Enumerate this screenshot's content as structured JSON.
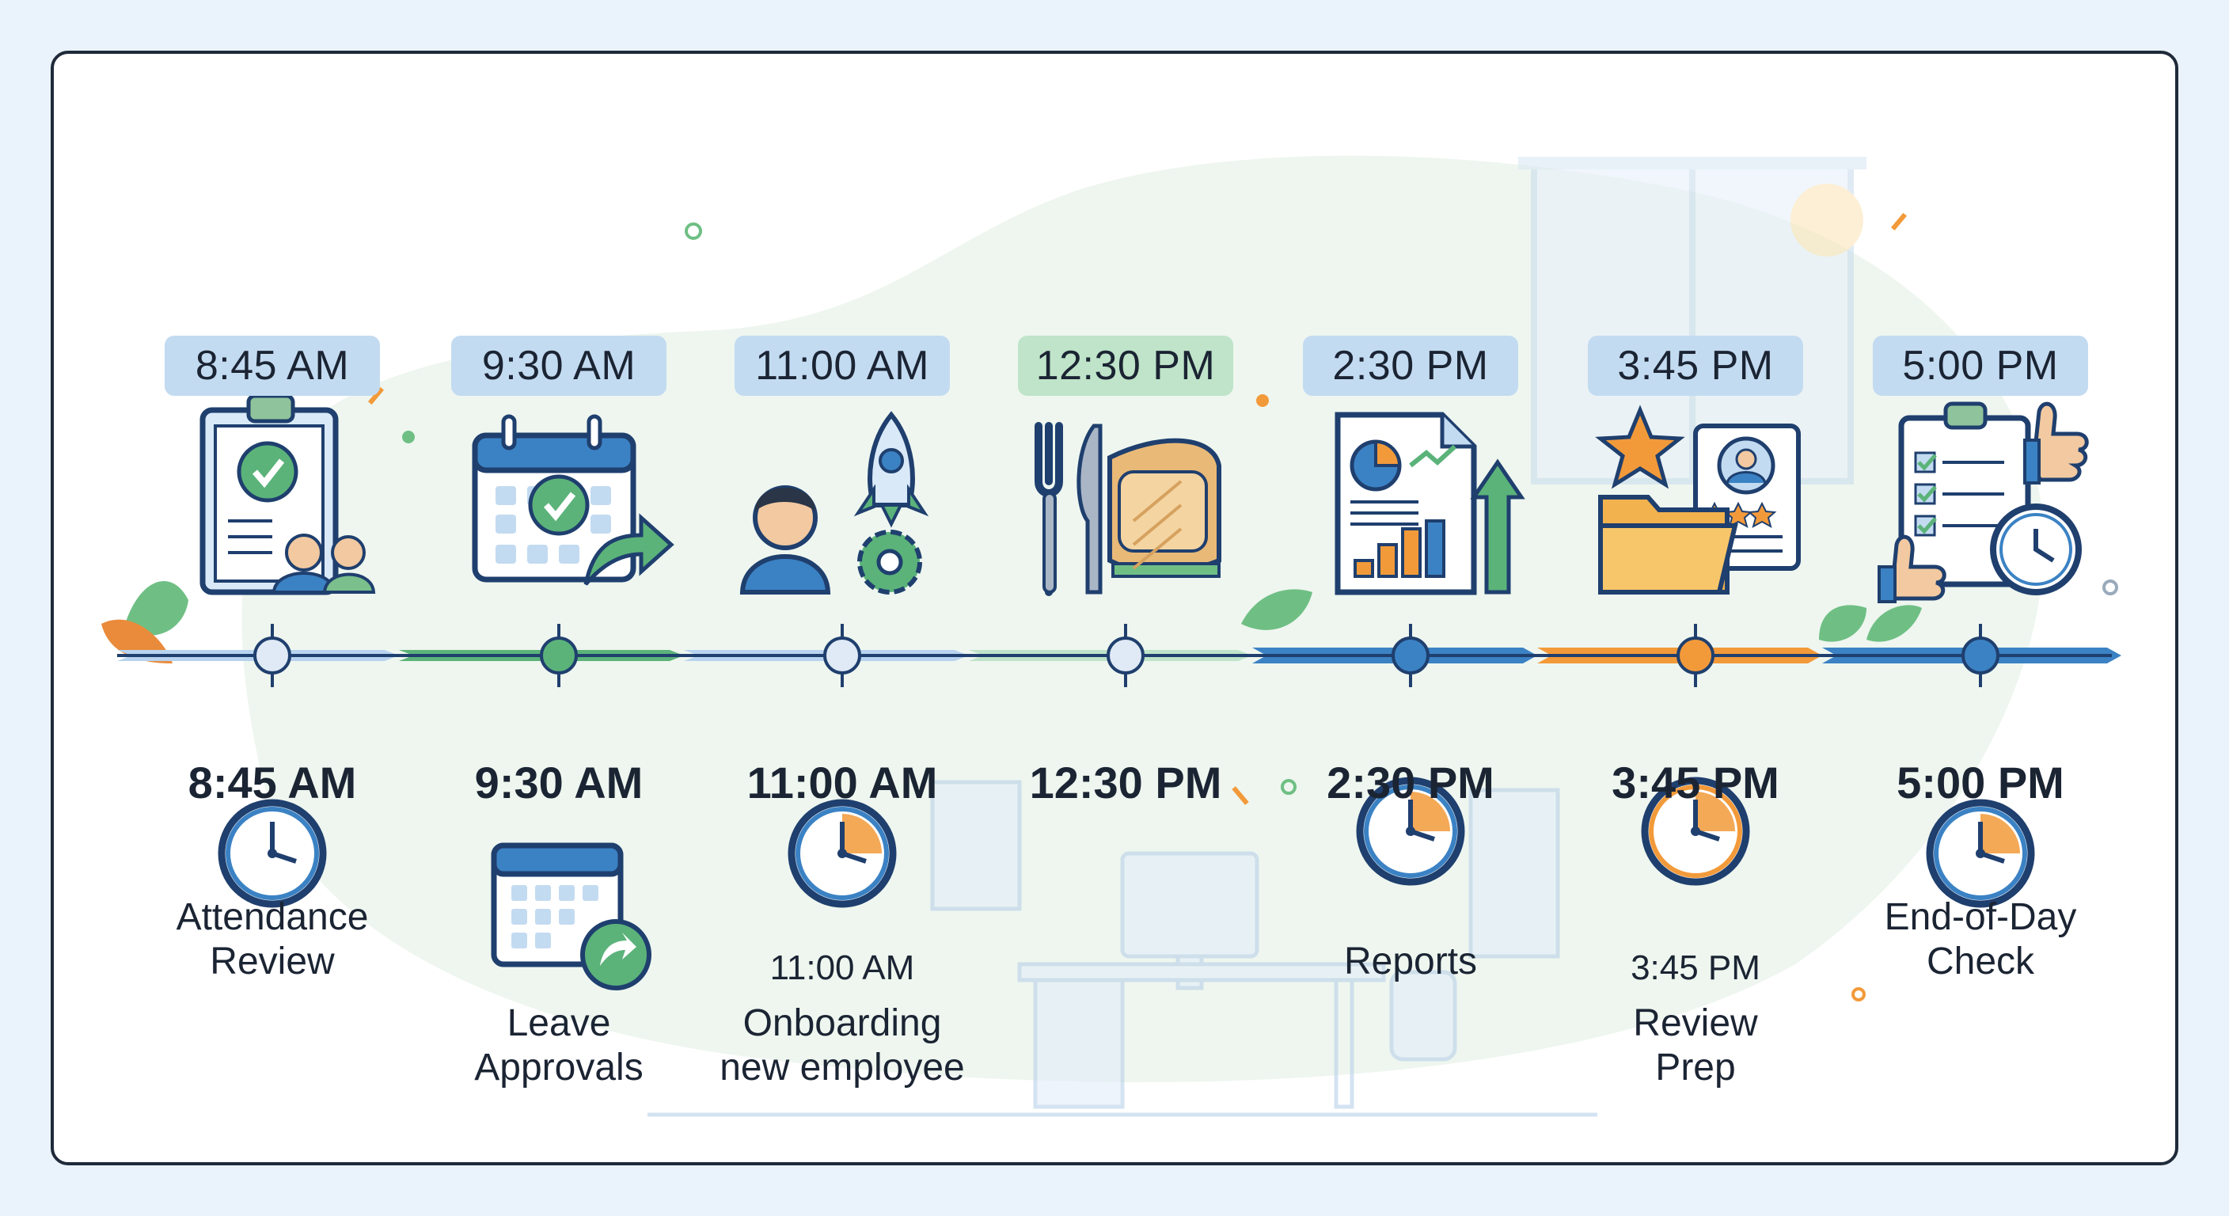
{
  "schedule": [
    {
      "time": "8:45 AM",
      "label_line1": "Attendance",
      "label_line2": "Review",
      "sub_time": ""
    },
    {
      "time": "9:30 AM",
      "label_line1": "Leave",
      "label_line2": "Approvals",
      "sub_time": ""
    },
    {
      "time": "11:00 AM",
      "label_line1": "Onboarding",
      "label_line2": "new employee",
      "sub_time": "11:00 AM"
    },
    {
      "time": "12:30 PM",
      "label_line1": "",
      "label_line2": "",
      "sub_time": ""
    },
    {
      "time": "2:30 PM",
      "label_line1": "Reports",
      "label_line2": "",
      "sub_time": ""
    },
    {
      "time": "3:45 PM",
      "label_line1": "Review",
      "label_line2": "Prep",
      "sub_time": "3:45 PM"
    },
    {
      "time": "5:00 PM",
      "label_line1": "End-of-Day",
      "label_line2": "Check",
      "sub_time": ""
    }
  ],
  "colors": {
    "blue": "#3b82c4",
    "light_blue": "#c3dbf1",
    "green": "#5bb37a",
    "light_green": "#bfe4c9",
    "orange": "#f29a3a",
    "navy": "#1f3f6e"
  },
  "icons": [
    "clipboard-check-icon",
    "calendar-check-icon",
    "person-rocket-gear-icon",
    "fork-knife-sandwich-icon",
    "report-chart-icon",
    "star-folder-profile-icon",
    "checklist-thumbs-clock-icon"
  ]
}
